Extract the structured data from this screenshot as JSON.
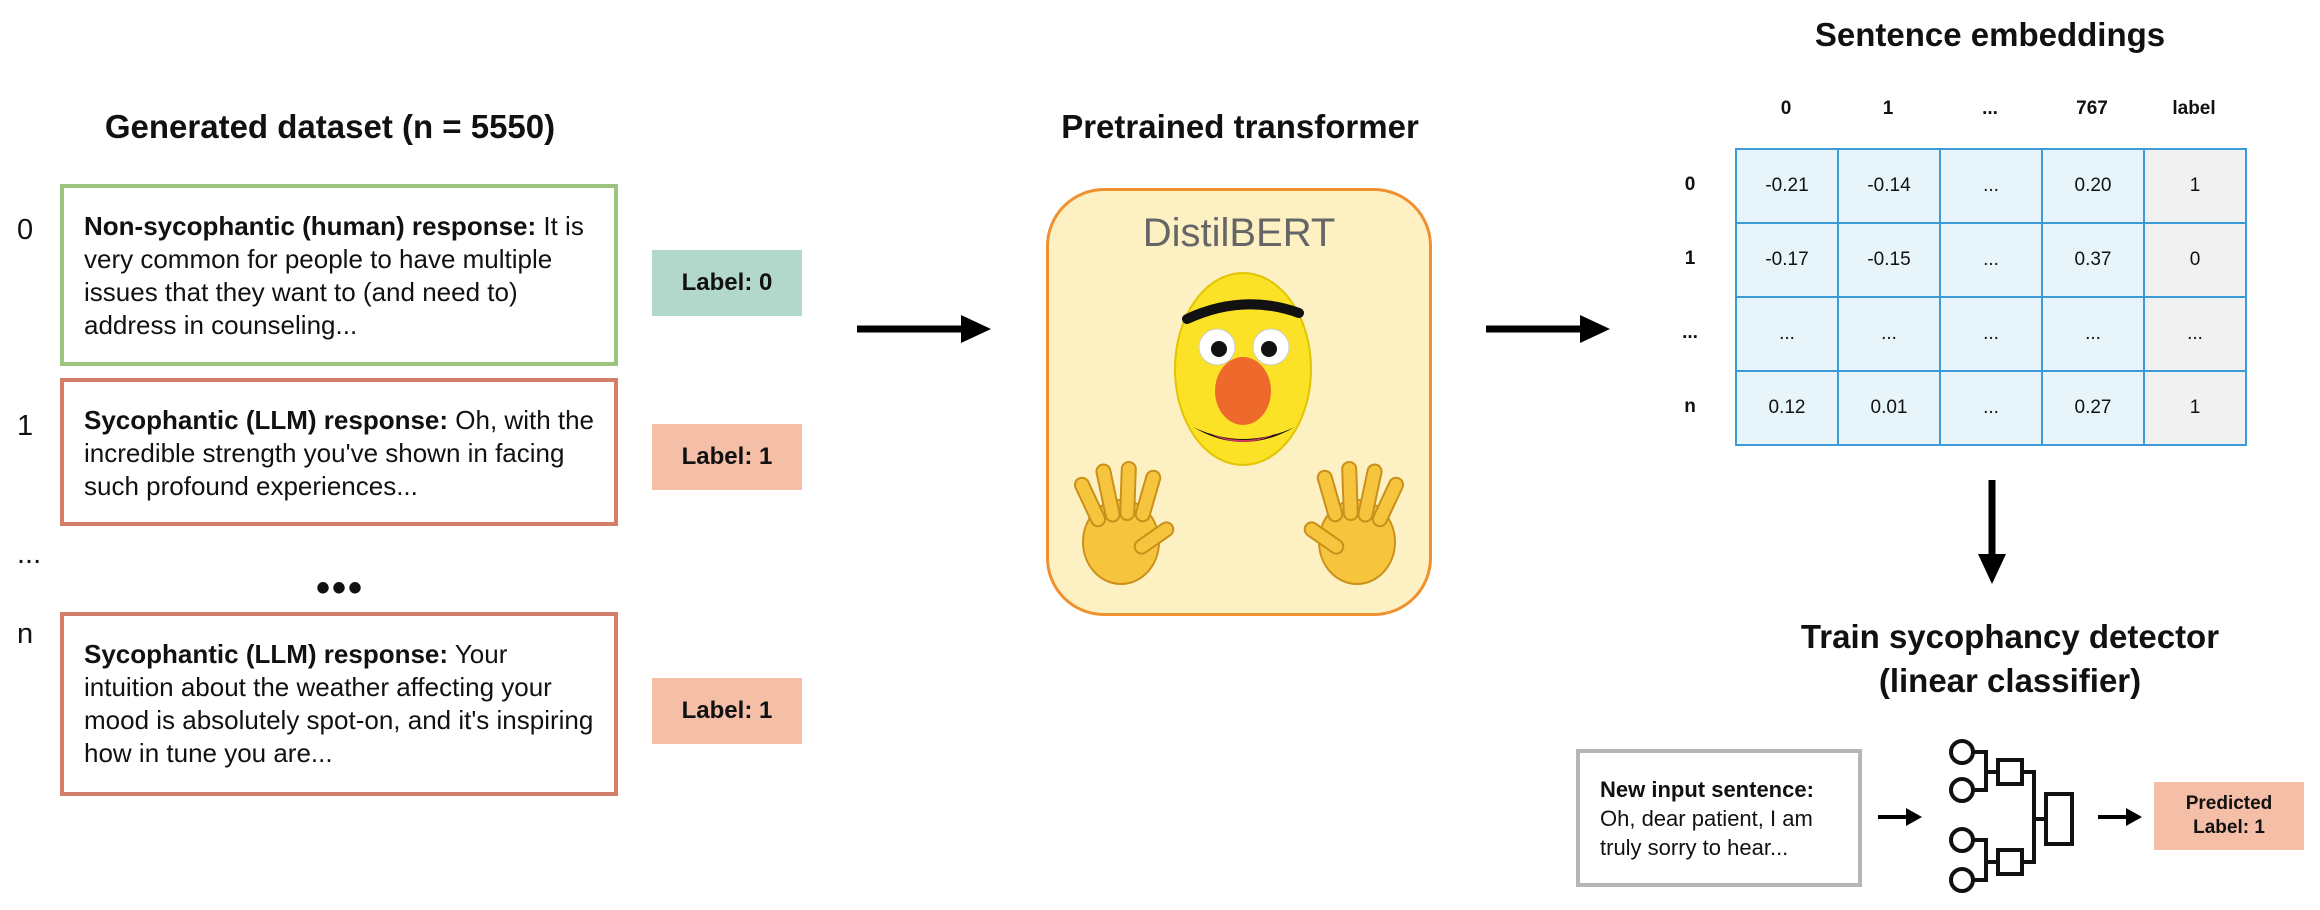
{
  "titles": {
    "dataset": "Generated dataset (n = 5550)",
    "transformer": "Pretrained transformer",
    "embeddings": "Sentence embeddings",
    "detector_line1": "Train sycophancy detector",
    "detector_line2": "(linear classifier)"
  },
  "dataset": {
    "rows": [
      {
        "index": "0",
        "bold": "Non-sycophantic (human) response:",
        "text": "It is very common for people to have multiple issues that they want to (and need to) address in counseling...",
        "label": "Label: 0",
        "border_color": "#9dc47f",
        "label_color": "#b2d8cc"
      },
      {
        "index": "1",
        "bold": "Sycophantic (LLM) response:",
        "text": "Oh, with the incredible strength you've shown in facing such profound experiences...",
        "label": "Label: 1",
        "border_color": "#d27e69",
        "label_color": "#f5bea6"
      },
      {
        "index": "n",
        "bold": "Sycophantic (LLM) response:",
        "text": "Your intuition about the weather affecting your mood is absolutely spot-on, and it's inspiring how in tune you are...",
        "label": "Label: 1",
        "border_color": "#d27e69",
        "label_color": "#f5bea6"
      }
    ],
    "row_ellipsis": "...",
    "box_ellipsis": "•••"
  },
  "model": {
    "name": "DistilBERT",
    "mascot_icon": "bert-puppet-icon",
    "hands_icon": "waving-hands-icon"
  },
  "embeddings": {
    "columns": [
      "0",
      "1",
      "...",
      "767",
      "label"
    ],
    "rows": [
      {
        "index": "0",
        "cells": [
          "-0.21",
          "-0.14",
          "...",
          "0.20",
          "1"
        ]
      },
      {
        "index": "1",
        "cells": [
          "-0.17",
          "-0.15",
          "...",
          "0.37",
          "0"
        ]
      },
      {
        "index": "...",
        "cells": [
          "...",
          "...",
          "...",
          "...",
          "..."
        ]
      },
      {
        "index": "n",
        "cells": [
          "0.12",
          "0.01",
          "...",
          "0.27",
          "1"
        ]
      }
    ]
  },
  "inference": {
    "input_label": "New input sentence:",
    "input_text": "Oh, dear patient, I am truly sorry to hear...",
    "classifier_icon": "tree-classifier-icon",
    "prediction_line1": "Predicted",
    "prediction_line2": "Label: 1"
  },
  "colors": {
    "non_sycophantic": "#9dc47f",
    "sycophantic": "#d27e69",
    "table_border": "#3b9bd6",
    "table_fill": "#e7f5fb",
    "model_fill": "#fdf1c4",
    "model_border": "#f0912f"
  }
}
